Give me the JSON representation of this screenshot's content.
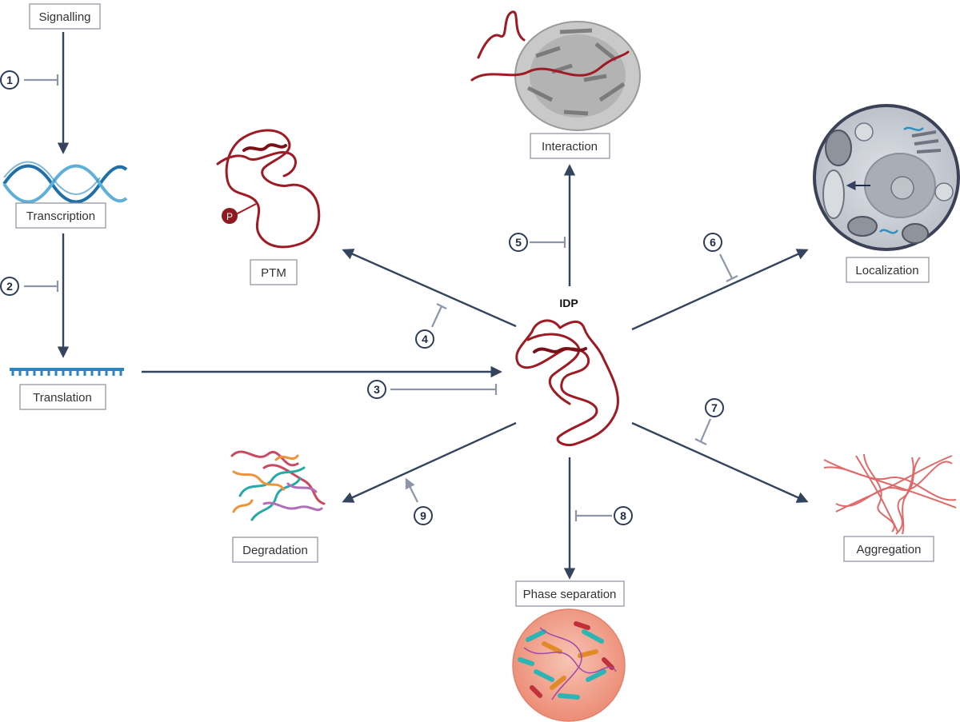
{
  "center": {
    "label": "IDP"
  },
  "nodes": {
    "signalling": "Signalling",
    "transcription": "Transcription",
    "translation": "Translation",
    "ptm": "PTM",
    "interaction": "Interaction",
    "localization": "Localization",
    "degradation": "Degradation",
    "phase_separation": "Phase separation",
    "aggregation": "Aggregation"
  },
  "steps": [
    "1",
    "2",
    "3",
    "4",
    "5",
    "6",
    "7",
    "8",
    "9"
  ],
  "phospho_label": "P",
  "colors": {
    "arrow": "#35445e",
    "inhibitor": "#8c96a8",
    "protein": "#9e1b24",
    "dna_dark": "#1f6fa8",
    "dna_light": "#5fb0d9",
    "cell": "#c9ccd3",
    "droplet": "#f2a28c",
    "aggregate": "#e06a6a"
  }
}
